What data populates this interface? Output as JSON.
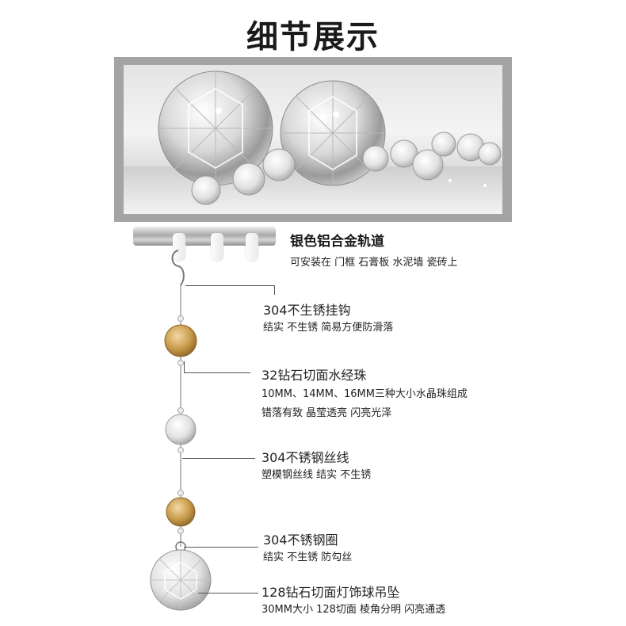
{
  "title": "细节展示",
  "rail": {
    "title": "银色铝合金轨道",
    "desc": "可安装在 门框 石膏板 水泥墙 瓷砖上"
  },
  "parts": [
    {
      "heading": "304不生锈挂钩",
      "lines": [
        "结实 不生锈 简易方便防滑落"
      ]
    },
    {
      "heading": "32钻石切面水经珠",
      "lines": [
        "10MM、14MM、16MM三种大小水晶珠组成",
        "错落有致 晶莹透亮 闪亮光泽"
      ]
    },
    {
      "heading": "304不锈钢丝线",
      "lines": [
        "塑模钢丝线 结实 不生锈"
      ]
    },
    {
      "heading": "304不锈钢圈",
      "lines": [
        "结实 不生锈 防勾丝"
      ]
    },
    {
      "heading": "128钻石切面灯饰球吊坠",
      "lines": [
        "30MM大小 128切面 棱角分明 闪亮通透"
      ]
    }
  ],
  "colors": {
    "amber_bead": "#c89a4a",
    "clear_bead": "#e6e6e6",
    "leader_line": "#555555"
  }
}
